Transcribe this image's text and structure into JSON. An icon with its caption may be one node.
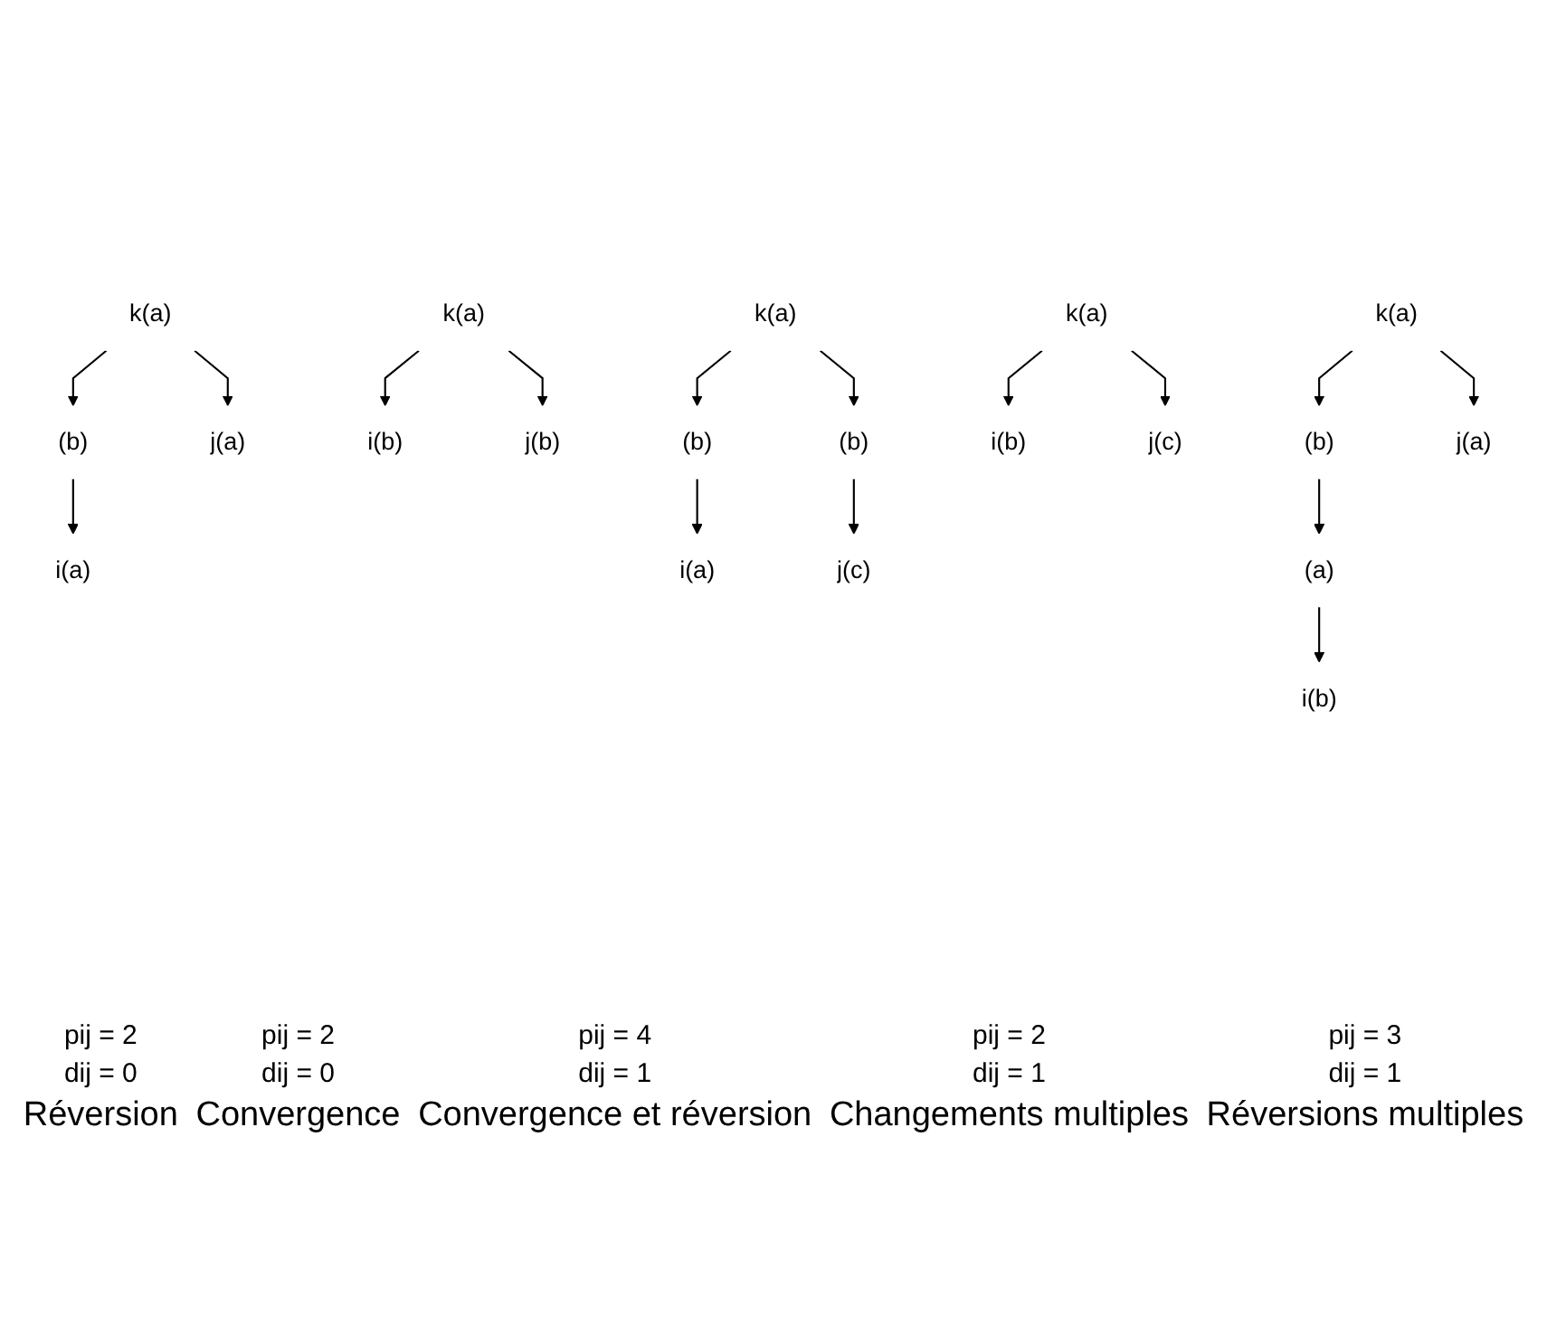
{
  "diagram": {
    "nodes": [
      {
        "text": [
          "k(a)"
        ]
      },
      {
        "text": [
          "(b)"
        ]
      },
      {
        "text": [
          "i(a)"
        ]
      },
      {
        "text": [
          "j(a)"
        ]
      },
      {
        "text": [
          "k(a)"
        ]
      },
      {
        "text": [
          "i(b)"
        ]
      },
      {
        "text": [
          "j(b)"
        ]
      },
      {
        "text": [
          "k(a)"
        ]
      },
      {
        "text": [
          "(b)"
        ]
      },
      {
        "text": [
          "(b)"
        ]
      },
      {
        "text": [
          "i(a)"
        ]
      },
      {
        "text": [
          "j(c)"
        ]
      },
      {
        "text": [
          "k(a)"
        ]
      },
      {
        "text": [
          "i(b)"
        ]
      },
      {
        "text": [
          "j(c)"
        ]
      },
      {
        "text": [
          "k(a)"
        ]
      },
      {
        "text": [
          "(b)"
        ]
      },
      {
        "text": [
          "(a)"
        ]
      },
      {
        "text": [
          "i(b)"
        ]
      },
      {
        "text": [
          "j(a)"
        ]
      }
    ],
    "edges": [
      {
        "from": 0,
        "to": 1,
        "arrow": "to"
      },
      {
        "from": 1,
        "to": 2,
        "arrow": "to"
      },
      {
        "from": 0,
        "to": 3,
        "arrow": "to"
      },
      {
        "from": 4,
        "to": 5,
        "arrow": "to"
      },
      {
        "from": 4,
        "to": 6,
        "arrow": "to"
      },
      {
        "from": 7,
        "to": 8,
        "arrow": "to"
      },
      {
        "from": 7,
        "to": 9,
        "arrow": "to"
      },
      {
        "from": 8,
        "to": 10,
        "arrow": "to"
      },
      {
        "from": 9,
        "to": 11,
        "arrow": "to"
      },
      {
        "from": 12,
        "to": 13,
        "arrow": "to"
      },
      {
        "from": 12,
        "to": 14,
        "arrow": "to"
      },
      {
        "from": 15,
        "to": 16,
        "arrow": "to"
      },
      {
        "from": 16,
        "to": 17,
        "arrow": "to"
      },
      {
        "from": 17,
        "to": 18,
        "arrow": "to"
      },
      {
        "from": 15,
        "to": 19,
        "arrow": "to"
      }
    ],
    "labels": [
      "pij = 2",
      "dij = 0",
      "Réversion",
      "pij = 2",
      "dij = 0",
      "Convergence",
      "pij = 4",
      "dij = 1",
      "Convergence et réversion",
      "pij = 2",
      "dij = 1",
      "Changements multiples",
      "pij = 3",
      "dij = 1",
      "Réversions multiples"
    ]
  }
}
